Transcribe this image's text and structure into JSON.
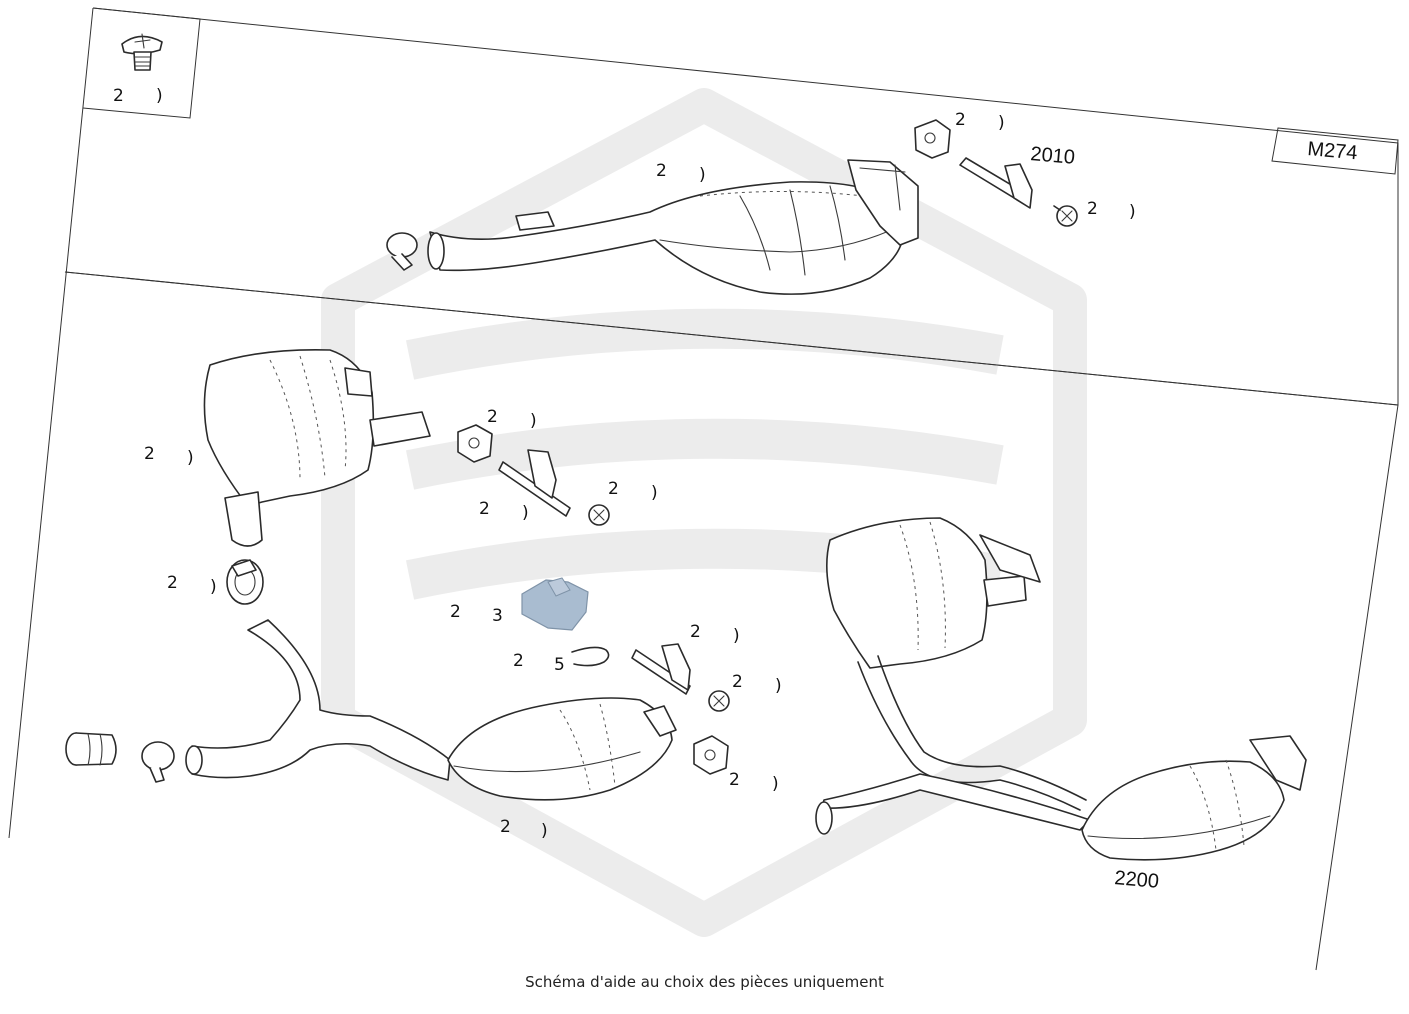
{
  "frame": {
    "code": "M274"
  },
  "labels": {
    "topbox": [
      "2",
      ")"
    ],
    "top_clamp_upper": [
      "2",
      ")"
    ],
    "top_muffler": [
      "2",
      ")"
    ],
    "top_bolt": [
      "2",
      ")"
    ],
    "mid_hanger": [
      "2",
      ")"
    ],
    "mid_rear_muffler": [
      "2",
      ")"
    ],
    "mid_bolt": [
      "2",
      ")"
    ],
    "mid_bracket": [
      "2",
      ")"
    ],
    "mid_sleeve": [
      "2",
      ")"
    ],
    "actuator": [
      "2",
      "3"
    ],
    "clip": [
      "2",
      "5"
    ],
    "low_bracket": [
      "2",
      ")"
    ],
    "low_bolt": [
      "2",
      ")"
    ],
    "low_hanger": [
      "2",
      ")"
    ],
    "low_cat": [
      "2",
      ")"
    ]
  },
  "part_numbers": {
    "upper_right": "2010",
    "lower_right": "2200"
  },
  "caption": "Schéma d'aide au choix des pièces uniquement",
  "colors": {
    "highlight": "#a9bcd0",
    "watermark": "#ececec"
  }
}
